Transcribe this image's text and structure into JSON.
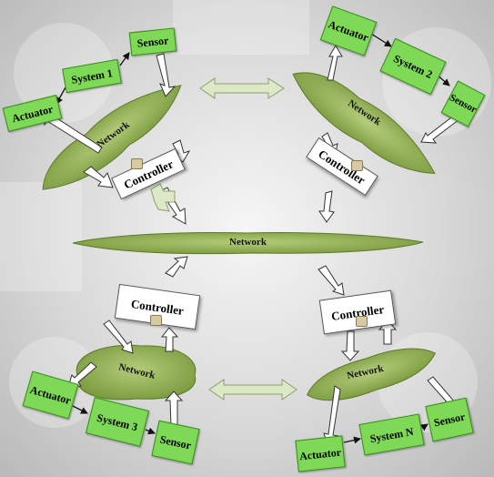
{
  "labels": {
    "actuator": "Actuator",
    "sensor": "Sensor",
    "controller": "Controller",
    "network": "Network",
    "system_1": "System 1",
    "system_2": "System 2",
    "system_3": "System 3",
    "system_n": "System N"
  },
  "colors": {
    "block_fill": "#7ed957",
    "network_fill": "#8fb04f",
    "arrow_fill": "#ffffff",
    "exchange_arrow_fill": "#dce8c6"
  }
}
